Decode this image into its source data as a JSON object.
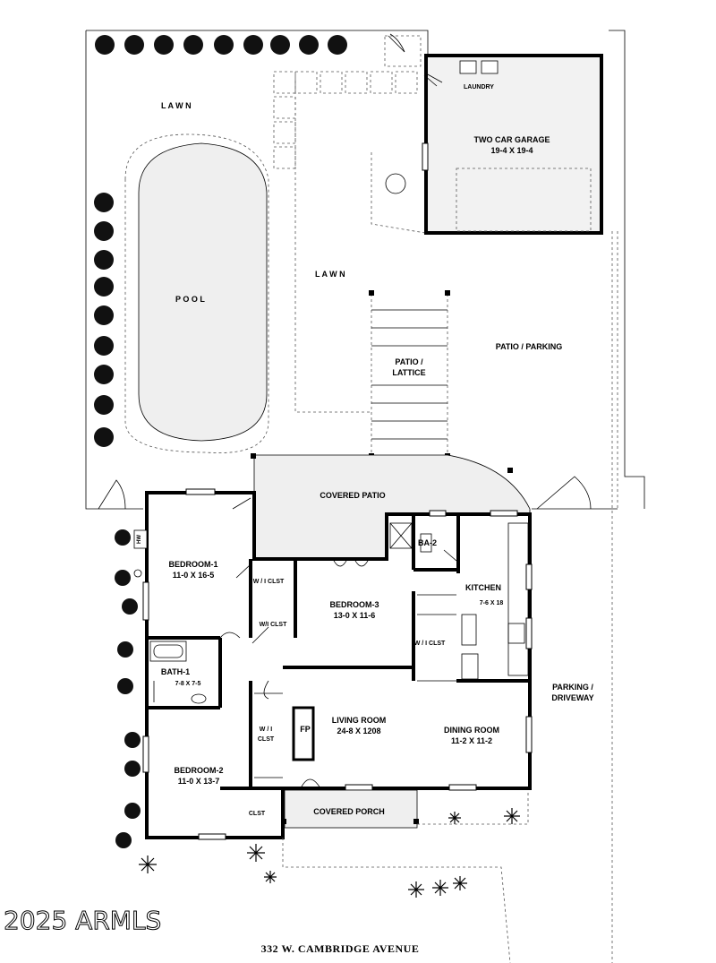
{
  "labels": {
    "lawn_top": "L A W N",
    "lawn_mid": "L A W N",
    "pool": "P O O L",
    "laundry": "LAUNDRY",
    "garage_name": "TWO CAR GARAGE",
    "garage_dim": "19-4 X 19-4",
    "patio_parking": "PATIO / PARKING",
    "patio_lattice_1": "PATIO /",
    "patio_lattice_2": "LATTICE",
    "covered_patio": "COVERED PATIO",
    "ba2": "BA-2",
    "bedroom1_name": "BEDROOM-1",
    "bedroom1_dim": "11-0 X 16-5",
    "wi_clst_1": "W / I CLST",
    "wi_clst_2": "W/I CLST",
    "bedroom3_name": "BEDROOM-3",
    "bedroom3_dim": "13-0 X 11-6",
    "wi_clst_3": "W / I CLST",
    "kitchen_name": "KITCHEN",
    "kitchen_dim": "7-6 X 18",
    "parking_1": "PARKING /",
    "parking_2": "DRIVEWAY",
    "bath1_name": "BATH-1",
    "bath1_dim": "7-8 X 7-5",
    "wi_clst_4a": "W / I",
    "wi_clst_4b": "CLST",
    "fp": "FP",
    "living_name": "LIVING ROOM",
    "living_dim": "24-8 X 1208",
    "dining_name": "DINING ROOM",
    "dining_dim": "11-2 X 11-2",
    "bedroom2_name": "BEDROOM-2",
    "bedroom2_dim": "11-0 X 13-7",
    "clst": "CLST",
    "covered_porch": "COVERED PORCH",
    "hw": "HW",
    "watermark": "2025 ARMLS",
    "address": "332 W. CAMBRIDGE AVENUE"
  }
}
